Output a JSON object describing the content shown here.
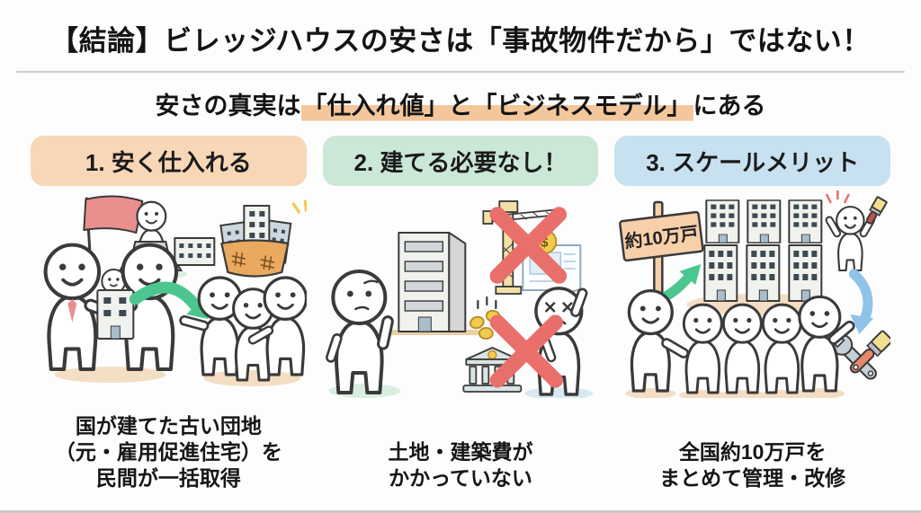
{
  "colors": {
    "ink": "#3A3A3A",
    "header1_bg": "#F8D7B6",
    "header2_bg": "#CBE7D6",
    "header3_bg": "#C8E1F0",
    "subtitle_highlight": "#F3C79B",
    "red_x": "#E96F6B",
    "green_arrow": "#4BC68E",
    "blue_arrow": "#8FC3E8",
    "flag_red": "#E9908D",
    "basket_orange": "#E9A95F",
    "coin_gold": "#F2CB4E",
    "shadow_peach": "#F4DEC3"
  },
  "header": {
    "title": "【結論】ビレッジハウスの安さは「事故物件だから」ではない！"
  },
  "subtitle": {
    "prefix": "安さの真実は",
    "highlight": "「仕入れ値」と「ビジネスモデル」",
    "suffix": "にある"
  },
  "cards": [
    {
      "header": "1. 安く仕入れる",
      "caption_lines": [
        "国が建てた古い団地",
        "（元・雇用促進住宅）を",
        "民間が一括取得"
      ],
      "icons": [
        "flag-icon",
        "government-people-icons",
        "building-icon",
        "laptop-icon",
        "basket-of-buildings-icon",
        "sparkle-icon",
        "green-arrow-icon",
        "private-people-icons"
      ]
    },
    {
      "header": "2. 建てる必要なし！",
      "coin_symbol": "$",
      "caption_lines": [
        "土地・建築費が",
        "かかっていない"
      ],
      "icons": [
        "thinking-person-icon",
        "tall-building-icon",
        "crane-icon",
        "blueprint-icon",
        "dollar-coin-icon",
        "red-x-icon",
        "falling-coins-icon",
        "bank-icon",
        "sad-person-icon",
        "red-x-icon"
      ]
    },
    {
      "header": "3. スケールメリット",
      "sign_label": "約10万戸",
      "caption_lines": [
        "全国約10万戸を",
        "まとめて管理・改修"
      ],
      "icons": [
        "signboard-icon",
        "green-arrow-icon",
        "apartment-blocks-icons",
        "painter-person-icon",
        "sparkle-icon",
        "blue-arrow-icon",
        "wrench-icon",
        "paintbrush-icon",
        "people-group-icons"
      ]
    }
  ]
}
